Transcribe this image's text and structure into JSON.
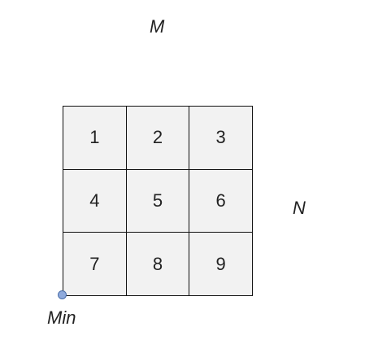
{
  "labels": {
    "top": "M",
    "right": "N",
    "corner": "Min"
  },
  "grid": {
    "rows": 3,
    "cols": 3,
    "cells": [
      "1",
      "2",
      "3",
      "4",
      "5",
      "6",
      "7",
      "8",
      "9"
    ]
  },
  "colors": {
    "cell_fill": "#f2f2f2",
    "cell_border": "#111111",
    "min_point_fill": "#8faadc",
    "min_point_stroke": "#4a6ea8"
  }
}
